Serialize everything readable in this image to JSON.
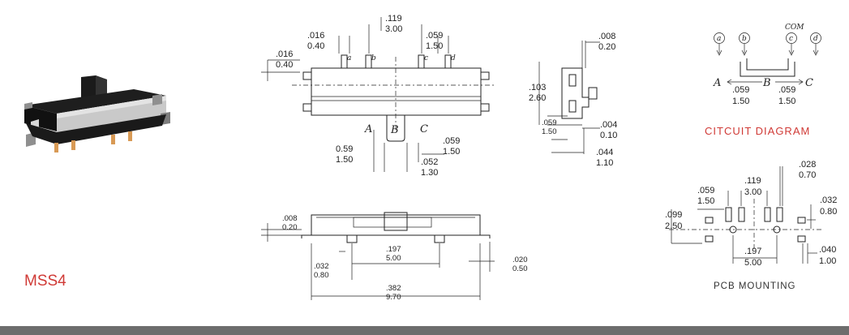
{
  "product": {
    "name": "MSS4",
    "name_color": "#d03a36"
  },
  "circuit": {
    "title": "CITCUIT  DIAGRAM",
    "title_color": "#d03a36",
    "terminals": [
      "a",
      "b",
      "c",
      "d"
    ],
    "com_label": "COM",
    "poles": [
      "A",
      "B",
      "C"
    ],
    "dims": [
      {
        "in": ".059",
        "mm": "1.50"
      },
      {
        "in": ".059",
        "mm": "1.50"
      }
    ]
  },
  "top_view": {
    "pins": [
      "a",
      "b",
      "c",
      "d"
    ],
    "actuator": [
      "A",
      "B",
      "C"
    ],
    "dims": {
      "pitch_center_in": ".119",
      "pitch_center_mm": "3.00",
      "pin_w_in": ".016",
      "pin_w_mm": "0.40",
      "pin_pitch_in": ".059",
      "pin_pitch_mm": "1.50",
      "side_in": ".016",
      "side_mm": "0.40",
      "bottom_left_in": "0.59",
      "bottom_left_mm": "1.50",
      "knob_in": ".052",
      "knob_mm": "1.30",
      "knob_right_in": ".059",
      "knob_right_mm": "1.50"
    }
  },
  "side_view": {
    "dims": {
      "top_in": ".008",
      "top_mm": "0.20",
      "height_in": ".103",
      "height_mm": "2.60",
      "lower_in": ".059",
      "lower_mm": "1.50",
      "gap_in": ".004",
      "gap_mm": "0.10",
      "foot_in": ".044",
      "foot_mm": "1.10"
    }
  },
  "front_view": {
    "dims": {
      "thick_in": ".008",
      "thick_mm": "0.20",
      "peg_in": ".032",
      "peg_mm": "0.80",
      "peg_pitch_in": ".197",
      "peg_pitch_mm": "5.00",
      "len_in": ".382",
      "len_mm": "9.70",
      "lead_in": ".020",
      "lead_mm": "0.50"
    }
  },
  "pcb": {
    "title": "PCB  MOUNTING",
    "dims": {
      "w_in": ".028",
      "w_mm": "0.70",
      "mid_in": ".119",
      "mid_mm": "3.00",
      "pitch_in": ".059",
      "pitch_mm": "1.50",
      "right_in": ".032",
      "right_mm": "0.80",
      "left_in": ".099",
      "left_mm": "2.50",
      "hole_in": ".197",
      "hole_mm": "5.00",
      "pad_in": ".040",
      "pad_mm": "1.00"
    }
  },
  "footer": {
    "bar_color": "#6d6d6d"
  }
}
